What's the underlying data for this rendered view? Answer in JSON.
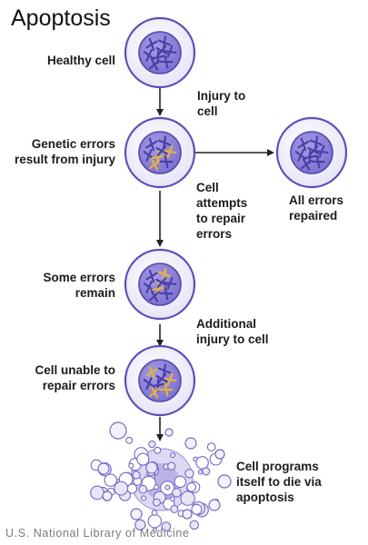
{
  "title": "Apoptosis",
  "credit": "U.S. National Library of Medicine",
  "labels": {
    "healthy": [
      "Healthy cell"
    ],
    "genetic": [
      "Genetic errors",
      "result from injury"
    ],
    "remain": [
      "Some errors",
      "remain"
    ],
    "unable": [
      "Cell unable to",
      "repair errors"
    ],
    "injury": [
      "Injury to",
      "cell"
    ],
    "attempts": [
      "Cell",
      "attempts",
      "to repair",
      "errors"
    ],
    "additional": [
      "Additional",
      "injury to cell"
    ],
    "repaired": [
      "All errors",
      "repaired"
    ],
    "dies": [
      "Cell programs",
      "itself to die via",
      "apoptosis"
    ]
  },
  "colors": {
    "membrane": "#5a4fb8",
    "cytoplasm": "#eeeefb",
    "nucleus": "#8c82d8",
    "nucleus_edge": "#5448b0",
    "chromosome_normal": "#4a3fa6",
    "chromosome_error": "#e6b33a",
    "arrow": "#222222"
  }
}
